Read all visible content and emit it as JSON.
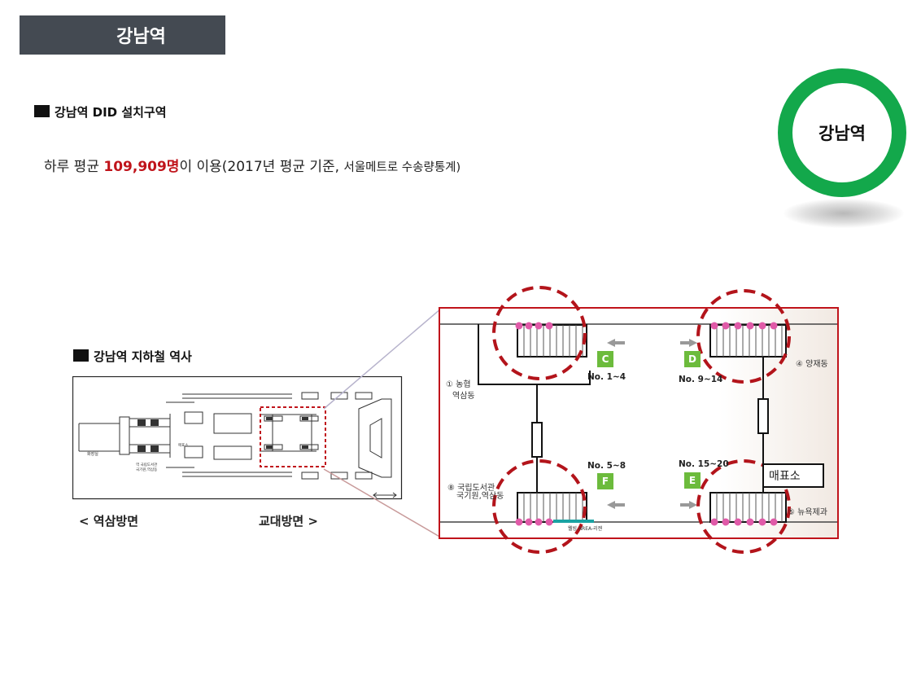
{
  "header": {
    "title": "강남역"
  },
  "section1": {
    "title": "강남역 DID 설치구역",
    "summary_prefix": "하루 평균 ",
    "summary_highlight": "109,909명",
    "summary_suffix": "이 이용(2017년 평균 기준, ",
    "summary_source": "서울메트로 수송량통계)"
  },
  "badge": {
    "label": "강남역",
    "color": "#13a84b"
  },
  "section2": {
    "title": "강남역 지하철 역사",
    "dir_left": "< 역삼방면",
    "dir_right": "교대방면 >"
  },
  "small_map": {
    "labels": {
      "l1": "화장실",
      "l2": "역 국립도서관",
      "l3": "국기원,역삼동",
      "l4": "매표소"
    }
  },
  "zoom_map": {
    "exits": {
      "c": {
        "letter": "C",
        "no": "No. 1~4"
      },
      "d": {
        "letter": "D",
        "no": "No. 9~14"
      },
      "f": {
        "letter": "F",
        "no": "No. 5~8"
      },
      "e": {
        "letter": "E",
        "no": "No. 15~20"
      }
    },
    "places": {
      "p1a": "① 농협",
      "p1b": "역삼동",
      "p4": "④ 양재동",
      "p8a": "⑧ 국립도서관",
      "p8b": "국기원,역삼동",
      "p5": "⑤ 뉴욕제과"
    },
    "ticket_office": "매표소",
    "bottom_label": "웰빙 AREA-리젠",
    "colors": {
      "frame": "#c0141b",
      "dots": "#e05aa8",
      "exit_tag": "#6cbb3c",
      "teal": "#1aa3a3"
    }
  }
}
